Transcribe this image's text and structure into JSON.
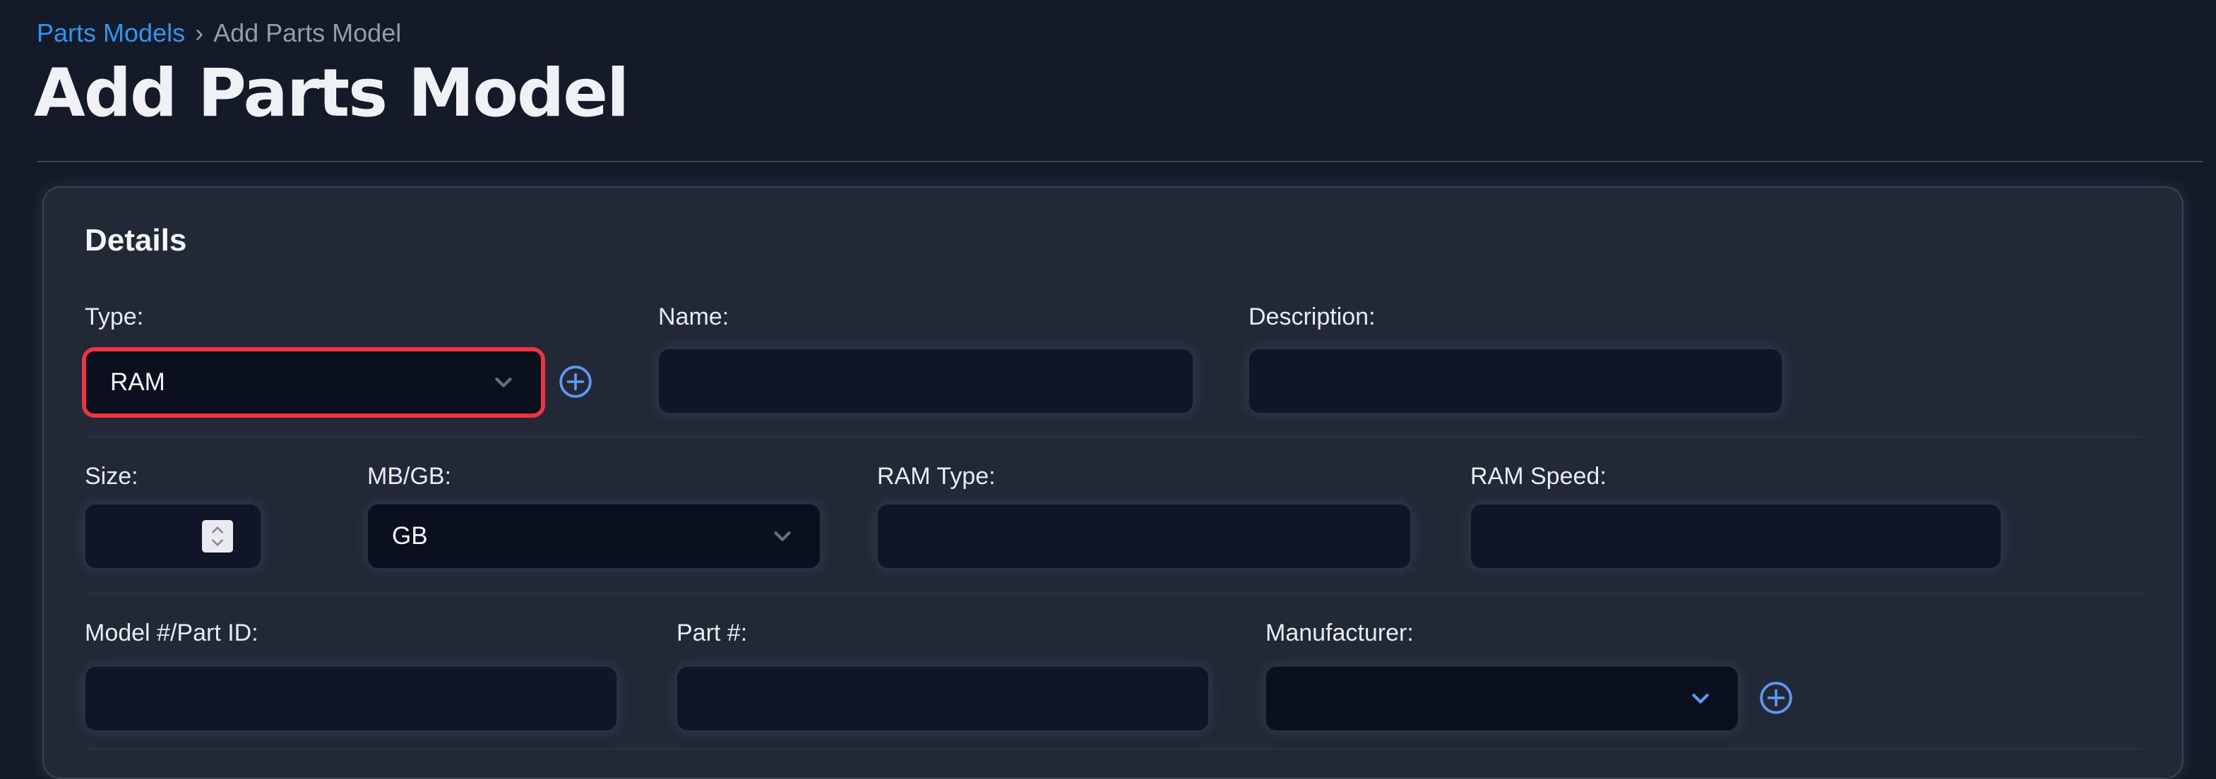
{
  "breadcrumb": {
    "link_label": "Parts Models",
    "separator": "›",
    "current_label": "Add Parts Model"
  },
  "page_title": "Add Parts Model",
  "details_card": {
    "heading": "Details",
    "type_field": {
      "label": "Type:",
      "value": "RAM"
    },
    "name_field": {
      "label": "Name:",
      "value": ""
    },
    "description_field": {
      "label": "Description:",
      "value": ""
    },
    "size_field": {
      "label": "Size:",
      "value": ""
    },
    "unit_field": {
      "label": "MB/GB:",
      "value": "GB"
    },
    "ram_type_field": {
      "label": "RAM Type:",
      "value": ""
    },
    "ram_speed_field": {
      "label": "RAM Speed:",
      "value": ""
    },
    "model_field": {
      "label": "Model #/Part ID:",
      "value": ""
    },
    "part_number_field": {
      "label": "Part #:",
      "value": ""
    },
    "manufacturer_field": {
      "label": "Manufacturer:",
      "value": ""
    }
  },
  "icons": {
    "add_type": "plus-circle",
    "add_manufacturer": "plus-circle",
    "type_chevron": "chevron-down",
    "unit_chevron": "chevron-down",
    "manufacturer_chevron": "chevron-down",
    "size_stepper": "up-down-stepper"
  },
  "colors": {
    "page_bg": "#141a28",
    "card_bg": "#212836",
    "field_bg": "#101627",
    "select_bg": "#0a101e",
    "accent_blue": "#2b97f4",
    "icon_blue": "#5a9af3",
    "highlight_red": "#ef3340"
  }
}
